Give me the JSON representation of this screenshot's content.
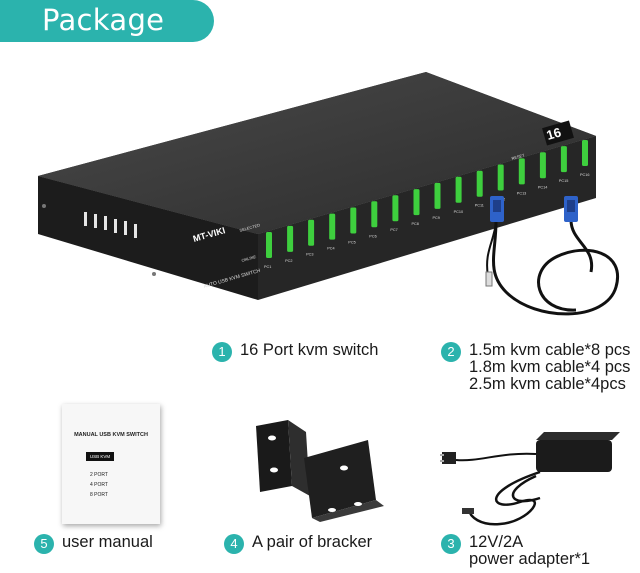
{
  "banner": {
    "title": "Package"
  },
  "kvm": {
    "brand": "MT-VIKI",
    "model_line": "AUTO USB KVM SWITCH",
    "port_count_badge": "16",
    "selected_label": "SELECTED",
    "online_label": "ONLINE",
    "reset_label": "RESET",
    "ports": [
      "PC1",
      "PC2",
      "PC3",
      "PC4",
      "PC5",
      "PC6",
      "PC7",
      "PC8",
      "PC9",
      "PC10",
      "PC11",
      "PC12",
      "PC13",
      "PC14",
      "PC15",
      "PC16"
    ]
  },
  "manual": {
    "title": "MANUAL USB KVM SWITCH",
    "badge": "USB KVM",
    "lines": [
      "2 PORT",
      "4 PORT",
      "8 PORT"
    ]
  },
  "items": [
    {
      "num": "1",
      "lines": [
        "16 Port kvm switch"
      ]
    },
    {
      "num": "2",
      "lines": [
        "1.5m kvm cable*8 pcs",
        "1.8m kvm cable*4 pcs",
        "2.5m kvm cable*4pcs"
      ]
    },
    {
      "num": "5",
      "lines": [
        "user manual"
      ]
    },
    {
      "num": "4",
      "lines": [
        "A pair of bracker"
      ]
    },
    {
      "num": "3",
      "lines": [
        "12V/2A",
        "power adapter*1"
      ]
    }
  ],
  "colors": {
    "accent": "#2bb3ad",
    "port_led": "#3ecf3e",
    "device_body": "#2a2a2a"
  }
}
